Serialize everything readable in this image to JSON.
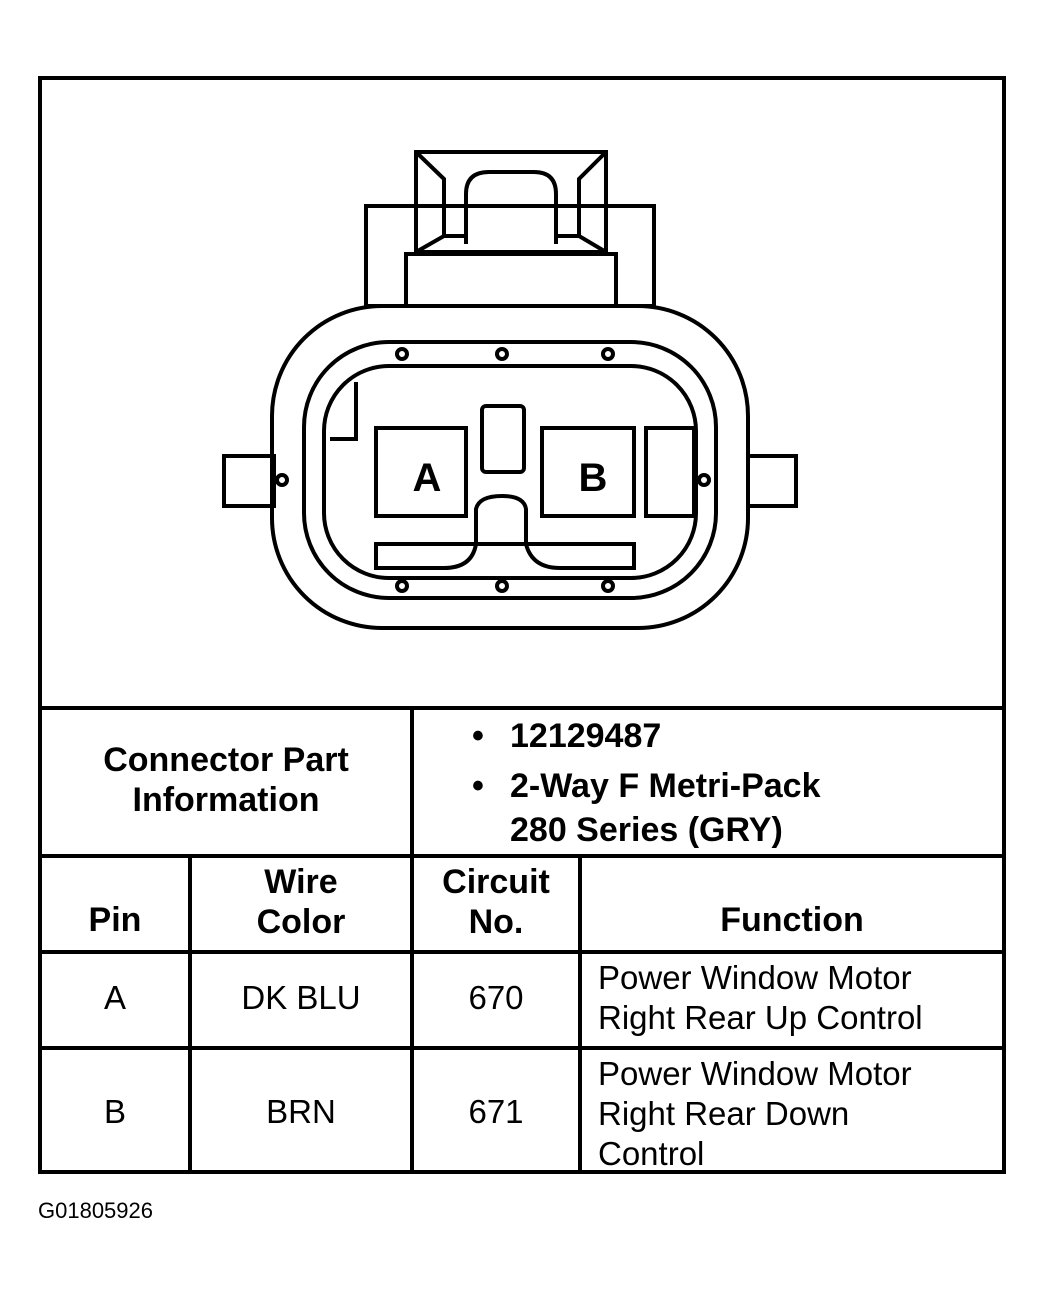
{
  "connector": {
    "pin_a_label": "A",
    "pin_b_label": "B"
  },
  "part_info": {
    "label_line1": "Connector Part",
    "label_line2": "Information",
    "items": [
      {
        "bullet": "•",
        "line1": "12129487",
        "line2": ""
      },
      {
        "bullet": "•",
        "line1": "2-Way F Metri-Pack",
        "line2": "280 Series (GRY)"
      }
    ]
  },
  "table": {
    "headers": {
      "pin": "Pin",
      "wire_color_line1": "Wire",
      "wire_color_line2": "Color",
      "circuit_line1": "Circuit",
      "circuit_line2": "No.",
      "function": "Function"
    },
    "rows": [
      {
        "pin": "A",
        "wire_color": "DK BLU",
        "circuit": "670",
        "function_lines": [
          "Power Window Motor",
          "Right Rear Up Control"
        ]
      },
      {
        "pin": "B",
        "wire_color": "BRN",
        "circuit": "671",
        "function_lines": [
          "Power Window Motor",
          "Right Rear Down",
          "Control"
        ]
      }
    ]
  },
  "figure_code": "G01805926"
}
